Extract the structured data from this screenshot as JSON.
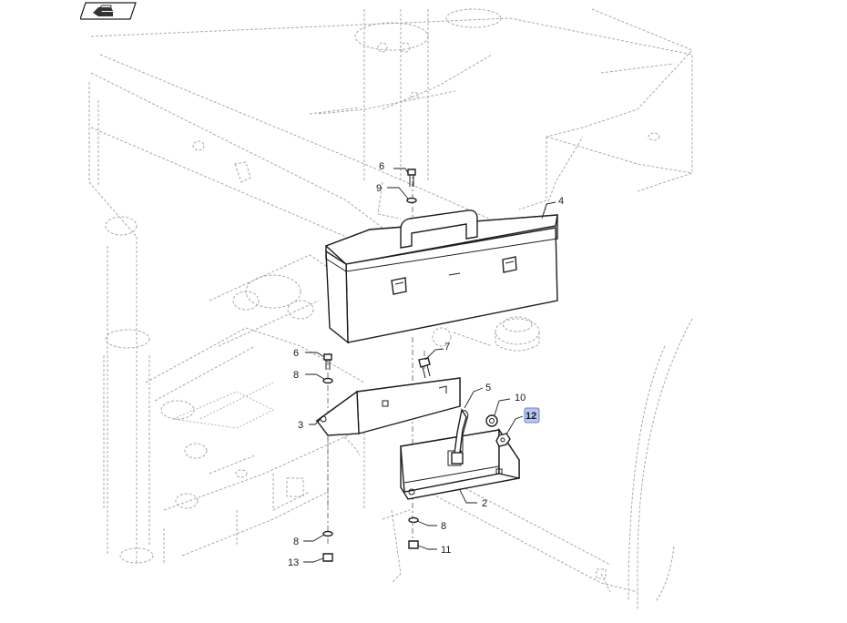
{
  "toolbar": {
    "nav_icon": "book-page-icon"
  },
  "callouts": [
    {
      "id": "c6a",
      "label": "6"
    },
    {
      "id": "c9",
      "label": "9"
    },
    {
      "id": "c4",
      "label": "4"
    },
    {
      "id": "c7",
      "label": "7"
    },
    {
      "id": "c6b",
      "label": "6"
    },
    {
      "id": "c8a",
      "label": "8"
    },
    {
      "id": "c3",
      "label": "3"
    },
    {
      "id": "c5",
      "label": "5"
    },
    {
      "id": "c10",
      "label": "10"
    },
    {
      "id": "c12",
      "label": "12",
      "highlighted": true
    },
    {
      "id": "c2",
      "label": "2"
    },
    {
      "id": "c8b",
      "label": "8"
    },
    {
      "id": "c8c",
      "label": "8"
    },
    {
      "id": "c11",
      "label": "11"
    },
    {
      "id": "c13",
      "label": "13"
    }
  ],
  "colors": {
    "highlight_fill": "#b9c7f0",
    "highlight_stroke": "#6f82c9",
    "line": "#1e1e1e",
    "background_line": "#a8a8a8"
  }
}
